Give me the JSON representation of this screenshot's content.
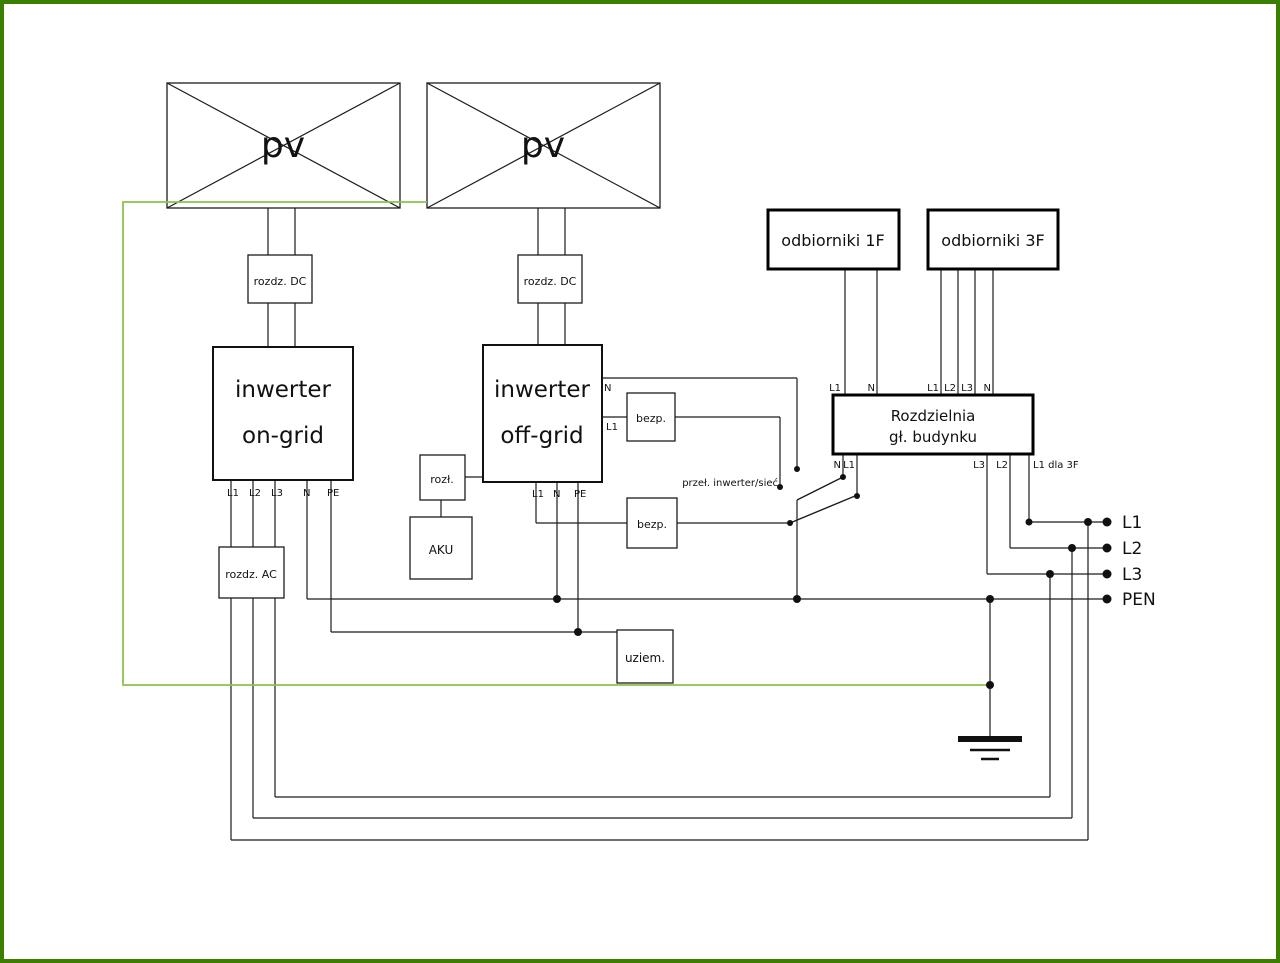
{
  "boxes": {
    "pv1": "pv",
    "pv2": "pv",
    "rozdz_dc_1": "rozdz. DC",
    "rozdz_dc_2": "rozdz. DC",
    "inwerter_ongrid": {
      "line1": "inwerter",
      "line2": "on-grid"
    },
    "inwerter_offgrid": {
      "line1": "inwerter",
      "line2": "off-grid"
    },
    "rozl": "rozł.",
    "aku": "AKU",
    "bezp_1": "bezp.",
    "bezp_2": "bezp.",
    "rozdz_ac": "rozdz. AC",
    "uziem": "uziem.",
    "odbiorniki_1f": "odbiorniki 1F",
    "odbiorniki_3f": "odbiorniki 3F",
    "rozdzielnia": {
      "line1": "Rozdzielnia",
      "line2": "gł. budynku"
    }
  },
  "wire_labels": {
    "ongrid_out": [
      "L1",
      "L2",
      "L3",
      "N",
      "PE"
    ],
    "offgrid_bottom": [
      "L1",
      "N",
      "PE"
    ],
    "offgrid_right_n": "N",
    "offgrid_right_l1": "L1",
    "switch": "przeł. inwerter/sieć",
    "odb1f_in": [
      "L1",
      "N"
    ],
    "odb3f_in": [
      "L1",
      "L2",
      "L3",
      "N"
    ],
    "rozdzielnia_bottom_left": [
      "N",
      "L1"
    ],
    "rozdzielnia_bottom_right": [
      "L3",
      "L2",
      "L1 dla 3F"
    ]
  },
  "terminals": [
    "L1",
    "L2",
    "L3",
    "PEN"
  ],
  "colors": {
    "wire": "#1c1c1c",
    "pe_wire": "#8bc34a",
    "frame": "#3c7f00"
  }
}
